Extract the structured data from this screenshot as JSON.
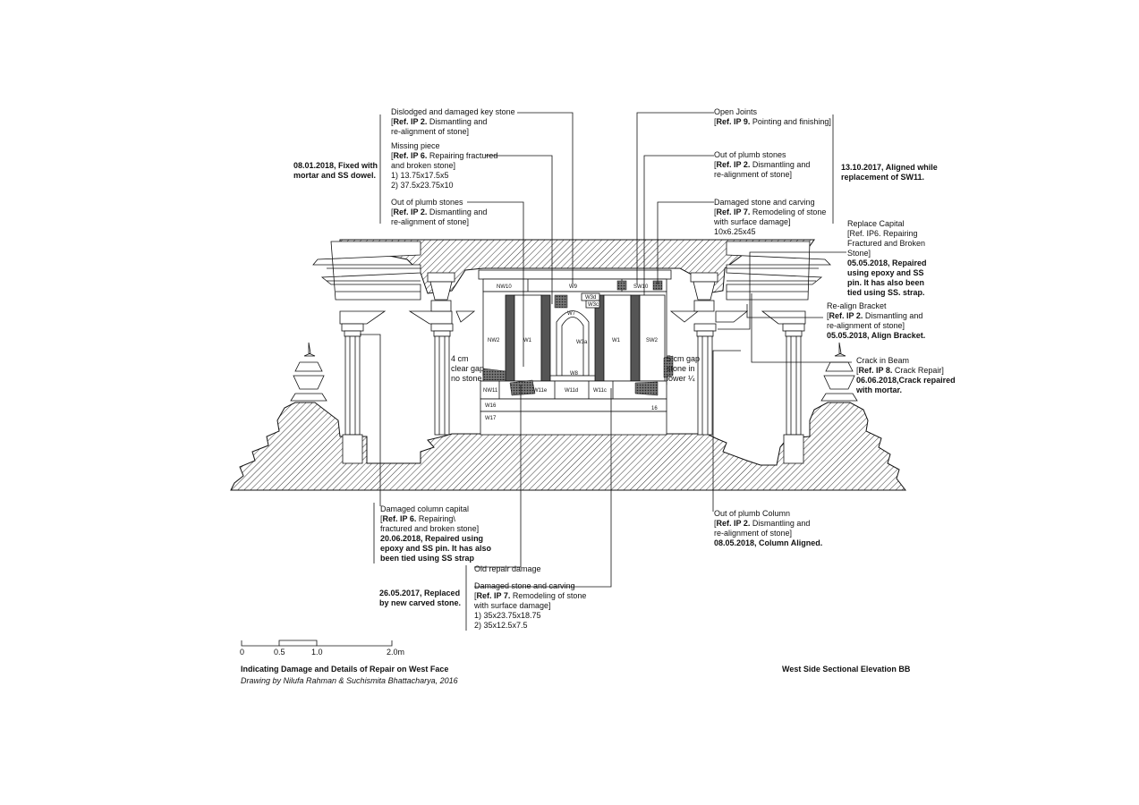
{
  "notes": {
    "keystone": {
      "t1": "Dislodged and damaged key stone",
      "ref": "Ref. IP 2.",
      "t2": " Dismantling and",
      "t3": " re-alignment of stone]"
    },
    "missing": {
      "t1": "Missing piece",
      "ref": "Ref. IP 6.",
      "t2": " Repairing fractured",
      "t3": "and broken stone]",
      "t4": "1) 13.75x17.5x5",
      "t5": "2) 37.5x23.75x10"
    },
    "plumb_left": {
      "t1": "Out of plumb stones",
      "ref": "Ref. IP 2.",
      "t2": " Dismantling and",
      "t3": "re-alignment of stone]"
    },
    "date_left": {
      "t1": "08.01.2018, Fixed with",
      "t2": "mortar and SS dowel."
    },
    "open_joints": {
      "t1": "Open Joints",
      "ref": "Ref. IP 9.",
      "t2": " Pointing and finishing]"
    },
    "plumb_right": {
      "t1": "Out of plumb stones",
      "ref": "Ref. IP 2.",
      "t2": " Dismantling and",
      "t3": "re-alignment of stone]"
    },
    "damaged_carving_top": {
      "t1": "Damaged stone and carving",
      "ref": "Ref. IP 7.",
      "t2": " Remodeling of stone",
      "t3": "with surface damage]",
      "t4": "10x6.25x45"
    },
    "date_right": {
      "t1": "13.10.2017",
      "t2": ", Aligned while",
      "t3": "replacement of SW11."
    },
    "capital": {
      "t1": "Replace Capital",
      "t2": "[Ref. IP6. Repairing",
      "t3": "Fractured and Broken",
      "t4": "Stone]",
      "t5": "05.05.2018, Repaired",
      "t6": "using epoxy and SS",
      "t7": "pin. It has also been",
      "t8": "tied using SS. strap."
    },
    "bracket": {
      "t1": "Re-align Bracket",
      "ref": "Ref. IP 2.",
      "t2": " Dismantling and",
      "t3": "re-alignment of stone]",
      "t4": "05.05.2018, Align Bracket."
    },
    "crack": {
      "t1": "Crack in Beam",
      "ref": "Ref. IP 8.",
      "t2": " Crack Repair]",
      "t3": "06.06.2018,Crack repaired",
      "t4": "with mortar."
    },
    "col_capital": {
      "t1": "Damaged column capital",
      "ref": "Ref. IP 6.",
      "t2": " Repairing\\",
      "t3": "fractured and broken stone]",
      "t4": "20.06.2018, Repaired using",
      "t5": "epoxy and SS pin. It has also",
      "t6": "been tied using SS strap"
    },
    "old_repair": {
      "t1": "Old repair damage"
    },
    "damaged_carving_bottom": {
      "t1": "Damaged stone and carving",
      "ref": "Ref. IP 7.",
      "t2": " Remodeling of stone",
      "t3": "with surface damage]",
      "t4": "1) 35x23.75x18.75",
      "t5": "2) 35x12.5x7.5"
    },
    "date_bottom": {
      "t1": "26.05.2017, Replaced",
      "t2": "by new carved stone."
    },
    "plumb_column": {
      "t1": "Out of plumb Column",
      "ref": "Ref. IP 2.",
      "t2": " Dismantling and",
      "t3": " re-alignment of stone]",
      "t4": "08.05.2018, Column Aligned."
    },
    "gap_left": {
      "t1": "4 cm",
      "t2": "clear gap",
      "t3": "no stone"
    },
    "gap_right": {
      "t1": "5 cm gap",
      "t2": "stone in",
      "t3": "lower ¼"
    }
  },
  "stone_labels": [
    "NW10",
    "W9",
    "SW10",
    "W3d",
    "W3c",
    "W7",
    "NW2",
    "W1",
    "W3a",
    "W1",
    "SW2",
    "W8",
    "NW11",
    "W11e",
    "W11d",
    "W11c",
    "W16",
    "W17",
    "16"
  ],
  "scale": {
    "ticks": [
      "0",
      "0.5",
      "1.0",
      "2.0m"
    ]
  },
  "caption": {
    "title": "Indicating Damage and Details of Repair on West Face",
    "credit": "Drawing by Nilufa Rahman & Suchismita Bhattacharya, 2016",
    "right_title": "West Side Sectional Elevation BB"
  }
}
